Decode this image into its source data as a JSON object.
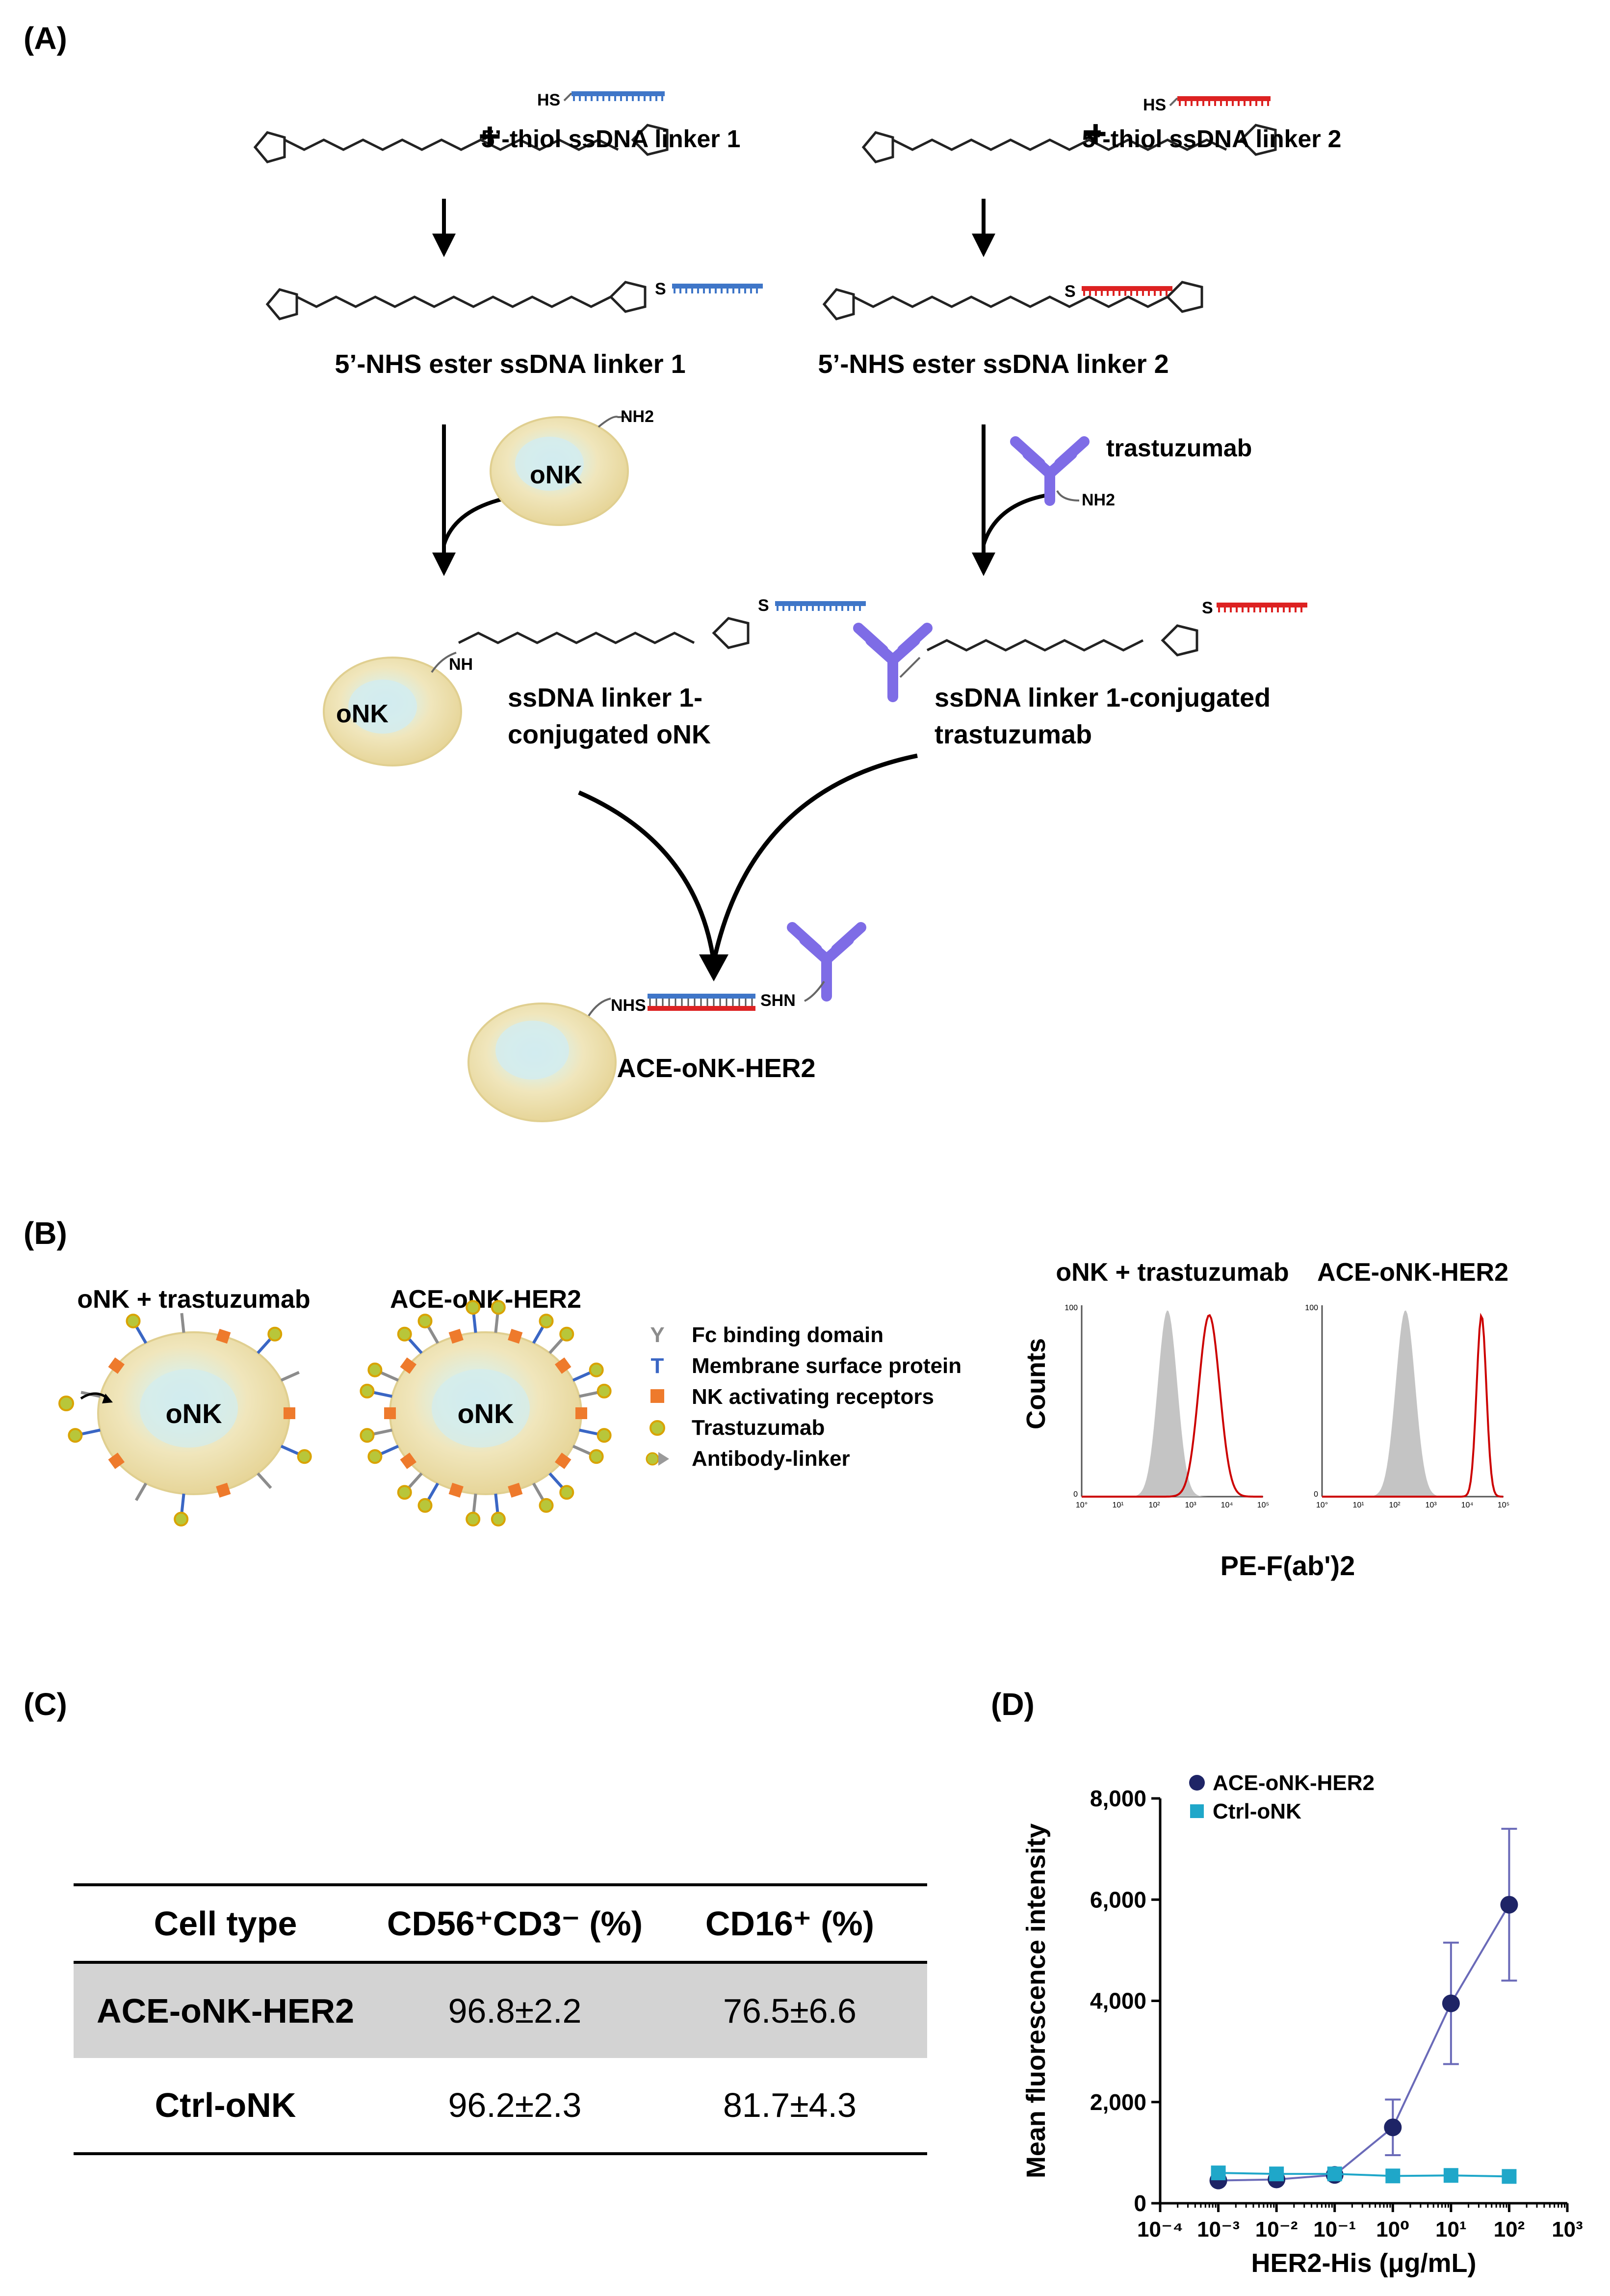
{
  "panels": {
    "a": "(A)",
    "b": "(B)",
    "c": "(C)",
    "d": "(D)"
  },
  "scheme": {
    "thiol_linker_1": "5’-thiol ssDNA linker 1",
    "thiol_linker_2": "5’-thiol ssDNA linker 2",
    "hs": "HS",
    "plus": "+",
    "s": "S",
    "nh": "NH",
    "nh2": "NH2",
    "nhs": "NHS",
    "shn": "SHN",
    "nhs_ester_1": "5’-NHS ester ssDNA linker 1",
    "nhs_ester_2": "5’-NHS ester ssDNA linker 2",
    "onk": "oNK",
    "trastuzumab": "trastuzumab",
    "conj_onk_line1": "ssDNA linker 1-",
    "conj_onk_line2": "conjugated oNK",
    "conj_tras_line1": "ssDNA linker 1-conjugated",
    "conj_tras_line2": "trastuzumab",
    "product": "ACE-oNK-HER2"
  },
  "panel_b": {
    "cell1_title": "oNK + trastuzumab",
    "cell2_title": "ACE-oNK-HER2",
    "cell_label": "oNK",
    "legend": [
      {
        "label": "Fc binding domain",
        "symbol": "Y",
        "color": "#8c8c8c"
      },
      {
        "label": "Membrane surface protein",
        "symbol": "T",
        "color": "#3a66c4"
      },
      {
        "label": "NK activating receptors",
        "symbol": "square",
        "color": "#ee7a2c"
      },
      {
        "label": "Trastuzumab",
        "symbol": "circle",
        "color": "#b8c63a"
      },
      {
        "label": "Antibody-linker",
        "symbol": "bowtie",
        "color": "#9a9a9a"
      }
    ],
    "hist1_title": "oNK + trastuzumab",
    "hist2_title": "ACE-oNK-HER2",
    "hist_ylabel": "Counts",
    "hist_xlabel": "PE-F(ab')2",
    "hist_ytick_max": "100",
    "hist_ytick_min": "0",
    "hist_xticks": [
      "10°",
      "10¹",
      "10²",
      "10³",
      "10⁴",
      "10⁵"
    ],
    "shaded_color": "#c4c4c4",
    "line_color": "#cc0000"
  },
  "table": {
    "headers": [
      "Cell type",
      "CD56⁺CD3⁻ (%)",
      "CD16⁺ (%)"
    ],
    "rows": [
      [
        "ACE-oNK-HER2",
        "96.8±2.2",
        "76.5±6.6"
      ],
      [
        "Ctrl-oNK",
        "96.2±2.3",
        "81.7±4.3"
      ]
    ]
  },
  "chart_data": {
    "type": "line",
    "title": "",
    "xlabel": "HER2-His (μg/mL)",
    "ylabel": "Mean fluorescence intensity",
    "x_scale": "log",
    "xlim": [
      0.0001,
      1000
    ],
    "ylim": [
      0,
      8000
    ],
    "x_ticks": [
      0.0001,
      0.001,
      0.01,
      0.1,
      1,
      10,
      100,
      1000
    ],
    "x_tick_labels": [
      "10⁻⁴",
      "10⁻³",
      "10⁻²",
      "10⁻¹",
      "10⁰",
      "10¹",
      "10²",
      "10³"
    ],
    "y_ticks": [
      0,
      2000,
      4000,
      6000,
      8000
    ],
    "y_tick_labels": [
      "0",
      "2,000",
      "4,000",
      "6,000",
      "8,000"
    ],
    "grid": false,
    "legend_position": "top-left",
    "x": [
      0.001,
      0.01,
      0.1,
      1,
      10,
      100
    ],
    "series": [
      {
        "name": "ACE-oNK-HER2",
        "marker": "circle",
        "color": "#1e2466",
        "line_color": "#6a6ab8",
        "values": [
          450,
          470,
          560,
          1500,
          3950,
          5900
        ],
        "errors": [
          0,
          0,
          0,
          550,
          1200,
          1500
        ]
      },
      {
        "name": "Ctrl-oNK",
        "marker": "square",
        "color": "#1fa7c9",
        "line_color": "#1fa7c9",
        "values": [
          600,
          580,
          580,
          540,
          550,
          530
        ],
        "errors": [
          0,
          0,
          0,
          0,
          0,
          0
        ]
      }
    ]
  }
}
